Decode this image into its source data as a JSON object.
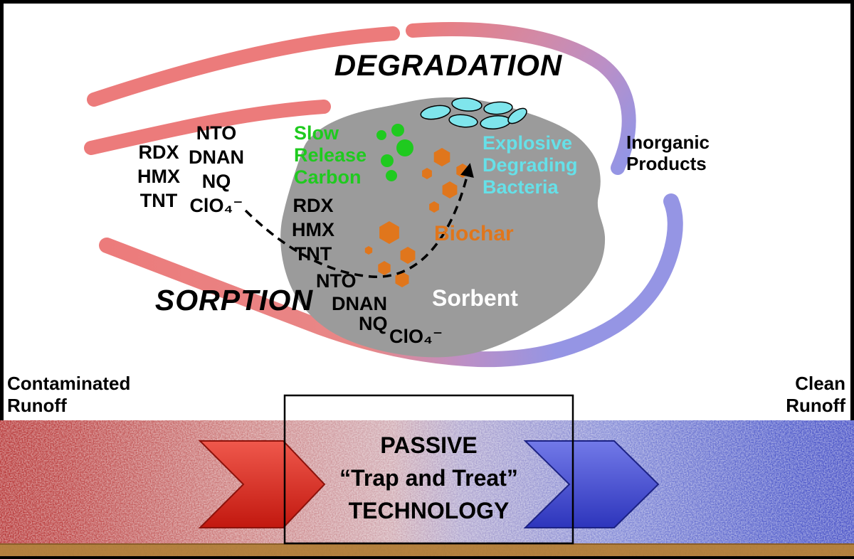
{
  "colors": {
    "stream_red": "#ec7b7b",
    "stream_blue": "#9595e4",
    "stream_purple": "#bb8fc6",
    "sorbent_gray": "#9b9b9b",
    "carbon_green": "#1fca1f",
    "biochar_orange": "#e0761c",
    "bacteria_cyan": "#7fe5ec",
    "bacteria_text_cyan": "#66e0e8",
    "sorbent_text_white": "#ffffff",
    "arrow_red_dark": "#c2180f",
    "arrow_red_light": "#ef584c",
    "arrow_blue_dark": "#2d35bc",
    "arrow_blue_light": "#7279e8",
    "ground_brown": "#b5813f",
    "text_black": "#000000"
  },
  "process": {
    "degradation": "DEGRADATION",
    "sorption": "SORPTION"
  },
  "influent_contaminants": {
    "nitro": [
      "RDX",
      "HMX",
      "TNT"
    ],
    "insensitive": [
      "NTO",
      "DNAN",
      "NQ",
      "ClO₄⁻"
    ]
  },
  "sorbent_zone": {
    "sorbent": "Sorbent",
    "slow_release_carbon": [
      "Slow",
      "Release",
      "Carbon"
    ],
    "biochar": "Biochar",
    "bacteria": [
      "Explosive",
      "Degrading",
      "Bacteria"
    ],
    "trapped_nitro": [
      "RDX",
      "HMX",
      "TNT"
    ],
    "trapped_insensitive": [
      "NTO",
      "DNAN",
      "NQ",
      "ClO₄⁻"
    ]
  },
  "effluent": {
    "inorganic_products": [
      "Inorganic",
      "Products"
    ]
  },
  "runoff": {
    "contaminated": [
      "Contaminated",
      "Runoff"
    ],
    "clean": [
      "Clean",
      "Runoff"
    ]
  },
  "technology": {
    "line1": "PASSIVE",
    "line2": "“Trap and Treat”",
    "line3": "TECHNOLOGY"
  }
}
